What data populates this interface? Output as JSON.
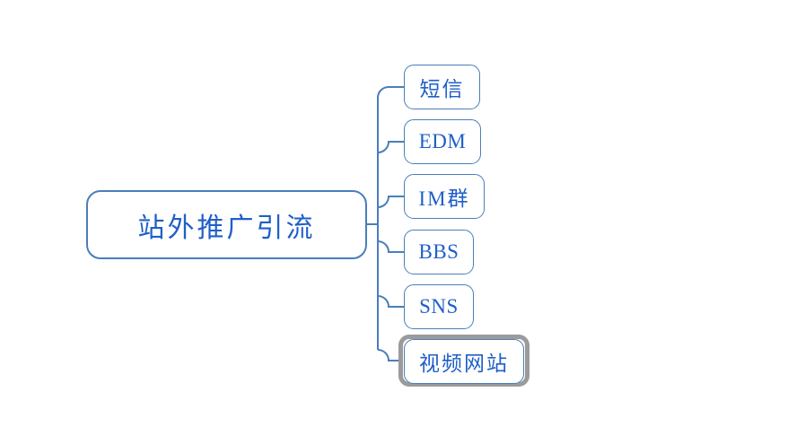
{
  "diagram": {
    "type": "mind-map",
    "title": "站外推广引流",
    "background_color": "#ffffff",
    "node_border_color": "#4a7ebb",
    "node_text_color": "#1f5fc8",
    "connector_color": "#4a7ebb",
    "selection_color": "#9b9b9b",
    "root": {
      "label": "站外推广引流"
    },
    "children": [
      {
        "label": "短信",
        "selected": false
      },
      {
        "label": "EDM",
        "selected": false
      },
      {
        "label": "IM群",
        "selected": false
      },
      {
        "label": "BBS",
        "selected": false
      },
      {
        "label": "SNS",
        "selected": false
      },
      {
        "label": "视频网站",
        "selected": true
      }
    ]
  }
}
